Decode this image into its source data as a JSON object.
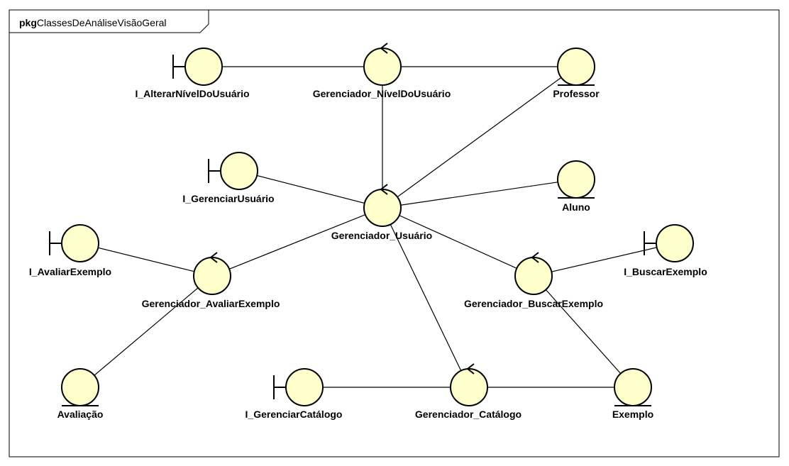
{
  "package": {
    "keyword": "pkg",
    "name": "ClassesDeAnáliseVisãoGeral"
  },
  "nodes": {
    "i_alterar": {
      "label": "I_AlterarNívelDoUsuário",
      "kind": "boundary"
    },
    "ger_nivel": {
      "label": "Gerenciador_NívelDoUsuário",
      "kind": "control"
    },
    "professor": {
      "label": "Professor",
      "kind": "entity"
    },
    "i_gerenciar_usuario": {
      "label": "I_GerenciarUsuário",
      "kind": "boundary"
    },
    "ger_usuario": {
      "label": "Gerenciador_Usuário",
      "kind": "control"
    },
    "aluno": {
      "label": "Aluno",
      "kind": "entity"
    },
    "i_avaliar": {
      "label": "I_AvaliarExemplo",
      "kind": "boundary"
    },
    "ger_avaliar": {
      "label": "Gerenciador_AvaliarExemplo",
      "kind": "control"
    },
    "i_buscar": {
      "label": "I_BuscarExemplo",
      "kind": "boundary"
    },
    "ger_buscar": {
      "label": "Gerenciador_BuscarExemplo",
      "kind": "control"
    },
    "avaliacao": {
      "label": "Avaliação",
      "kind": "entity"
    },
    "i_catalogo": {
      "label": "I_GerenciarCatálogo",
      "kind": "boundary"
    },
    "ger_catalogo": {
      "label": "Gerenciador_Catálogo",
      "kind": "control"
    },
    "exemplo": {
      "label": "Exemplo",
      "kind": "entity"
    }
  },
  "edges": [
    {
      "from": "i_alterar",
      "to": "ger_nivel"
    },
    {
      "from": "ger_nivel",
      "to": "professor"
    },
    {
      "from": "ger_nivel",
      "to": "ger_usuario"
    },
    {
      "from": "professor",
      "to": "ger_usuario"
    },
    {
      "from": "i_gerenciar_usuario",
      "to": "ger_usuario"
    },
    {
      "from": "ger_usuario",
      "to": "aluno"
    },
    {
      "from": "ger_usuario",
      "to": "ger_avaliar"
    },
    {
      "from": "ger_usuario",
      "to": "ger_buscar"
    },
    {
      "from": "ger_usuario",
      "to": "ger_catalogo"
    },
    {
      "from": "i_avaliar",
      "to": "ger_avaliar"
    },
    {
      "from": "ger_avaliar",
      "to": "avaliacao"
    },
    {
      "from": "i_buscar",
      "to": "ger_buscar"
    },
    {
      "from": "ger_buscar",
      "to": "exemplo"
    },
    {
      "from": "i_catalogo",
      "to": "ger_catalogo"
    },
    {
      "from": "ger_catalogo",
      "to": "exemplo"
    }
  ],
  "colors": {
    "fill": "#ffffcc",
    "stroke": "#000000"
  }
}
